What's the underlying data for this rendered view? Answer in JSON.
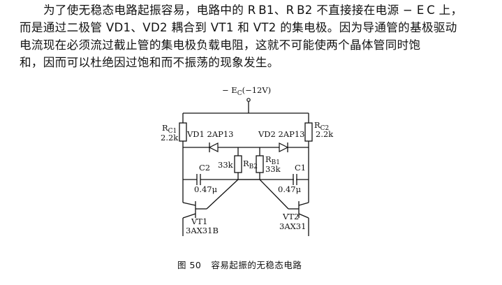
{
  "paragraph": {
    "line1": "为了使无稳态电路起振容易，电路中的 R B1、R B2 不直接接在电源 − E C 上，",
    "line2": "而是通过二极管 VD1、VD2 耦合到 VT1 和 VT2 的集电极。因为导通管的基极驱动",
    "line3": "电流现在必须流过截止管的集电极负载电阻，这就不可能使两个晶体管同时饱",
    "line4": "和，因而可以杜绝因过饱和而不振荡的现象发生。"
  },
  "circuit": {
    "supply_label": "− E",
    "supply_sub": "C",
    "supply_value": "(−12V)",
    "rc1_label": "R",
    "rc1_sub": "C1",
    "rc1_value": "2.2k",
    "rc2_label": "R",
    "rc2_sub": "C2",
    "rc2_value": "2.2k",
    "vd1_label": "VD1 2AP13",
    "vd2_label": "VD2 2AP13",
    "rb2_label": "R",
    "rb2_sub": "B2",
    "rb2_value": "33k",
    "rb1_label": "R",
    "rb1_sub": "B1",
    "rb1_value": "33k",
    "c2_label": "C2",
    "c2_value": "0.47μ",
    "c1_label": "C1",
    "c1_value": "0.47μ",
    "vt1_label": "VT1",
    "vt1_model": "3AX31B",
    "vt2_label": "VT2",
    "vt2_model": "3AX31"
  },
  "caption": {
    "figure": "图 50",
    "title": "容易起振的无稳态电路"
  }
}
